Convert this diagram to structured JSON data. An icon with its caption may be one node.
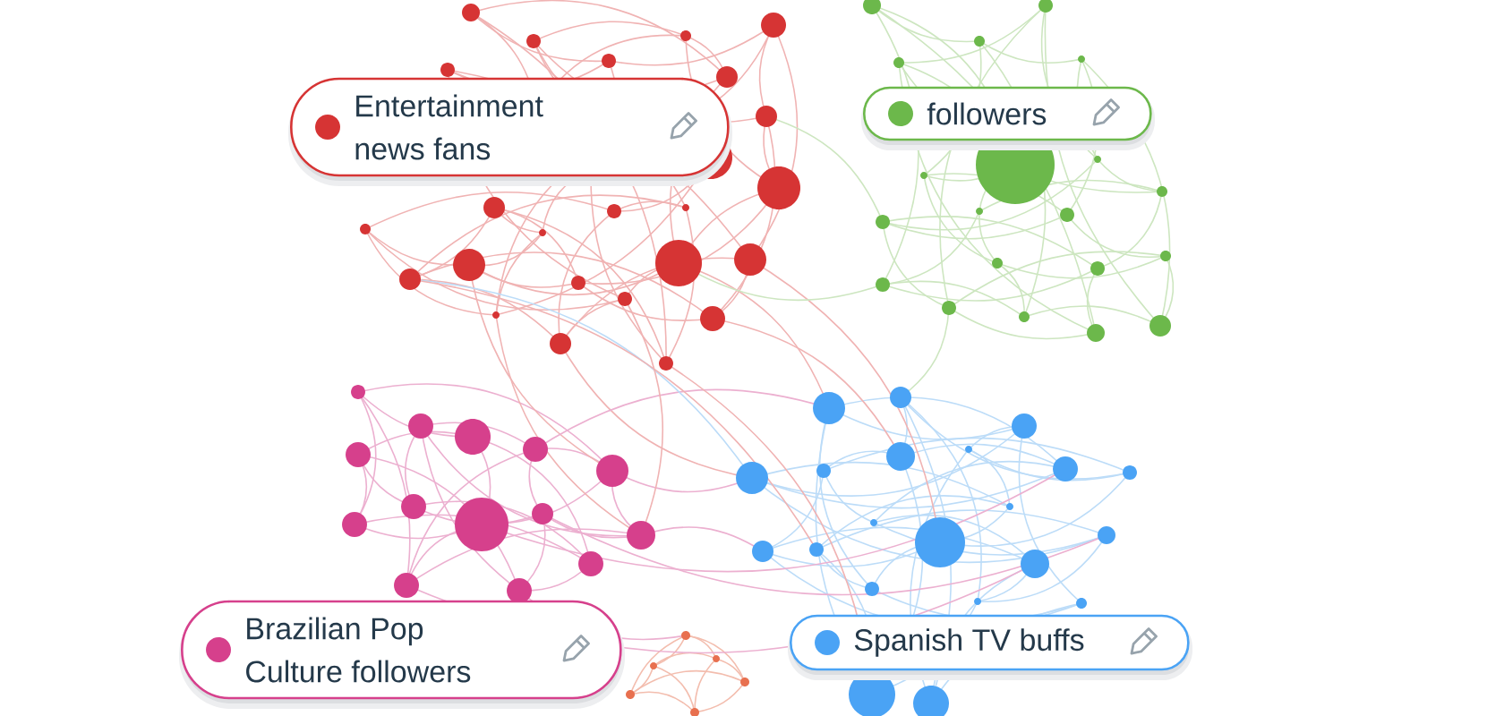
{
  "diagram": {
    "nodes": [
      {
        "text": [
          "Entertainment news fans"
        ]
      },
      {
        "text": [
          "followers"
        ]
      },
      {
        "text": [
          "Brazilian Pop Culture followers"
        ]
      },
      {
        "text": [
          "Spanish TV buffs"
        ]
      }
    ]
  }
}
